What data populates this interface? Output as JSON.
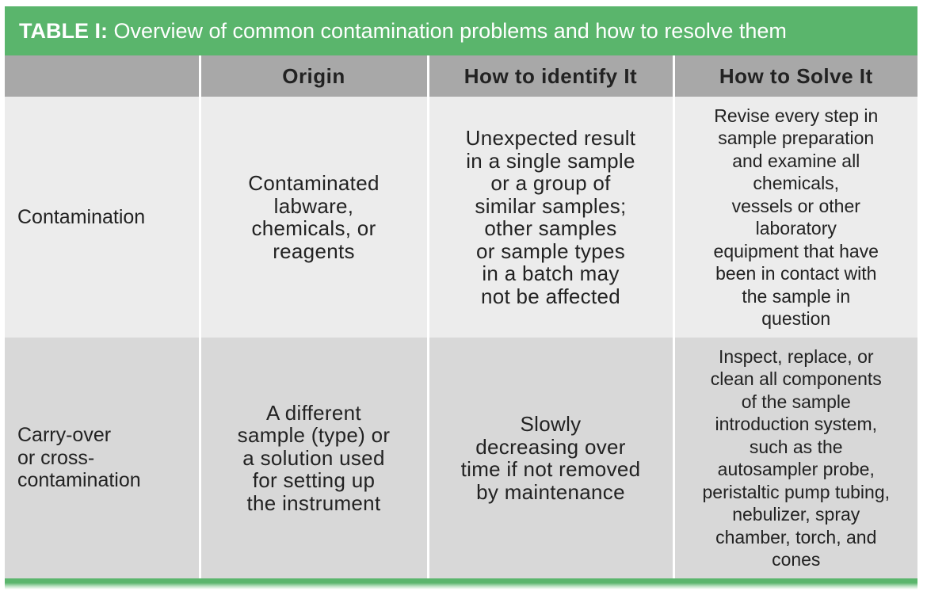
{
  "title": {
    "lead": "TABLE I:",
    "text": " Overview of common contamination problems and how to resolve them"
  },
  "headers": [
    "",
    "Origin",
    "How to identify It",
    "How to Solve It"
  ],
  "rows": [
    {
      "label": [
        "Contamination"
      ],
      "origin": [
        "Contaminated",
        "labware,",
        "chemicals, or",
        "reagents"
      ],
      "identify": [
        "Unexpected result",
        "in a single sample",
        "or a group of",
        "similar samples;",
        "other samples",
        "or sample types",
        "in a batch may",
        "not be affected"
      ],
      "solve": [
        "Revise every step in",
        "sample preparation",
        "and examine all",
        "chemicals,",
        "vessels or other",
        "laboratory",
        "equipment that have",
        "been in contact with",
        "the sample in",
        "question"
      ]
    },
    {
      "label": [
        "Carry-over",
        "or cross-",
        "contamination"
      ],
      "origin": [
        "A different",
        "sample (type) or",
        "a solution used",
        "for setting up",
        "the instrument"
      ],
      "identify": [
        "Slowly",
        "decreasing over",
        "time if not removed",
        "by maintenance"
      ],
      "solve": [
        "Inspect, replace, or",
        "clean all components",
        "of the sample",
        "introduction system,",
        "such as the",
        "autosampler probe,",
        "peristaltic pump tubing,",
        "nebulizer, spray",
        "chamber, torch, and",
        "cones"
      ]
    }
  ],
  "colors": {
    "title_bg": "#5ab56c",
    "header_bg": "#a8a8a8",
    "row1_bg": "#ececec",
    "row2_bg": "#d8d8d8"
  }
}
